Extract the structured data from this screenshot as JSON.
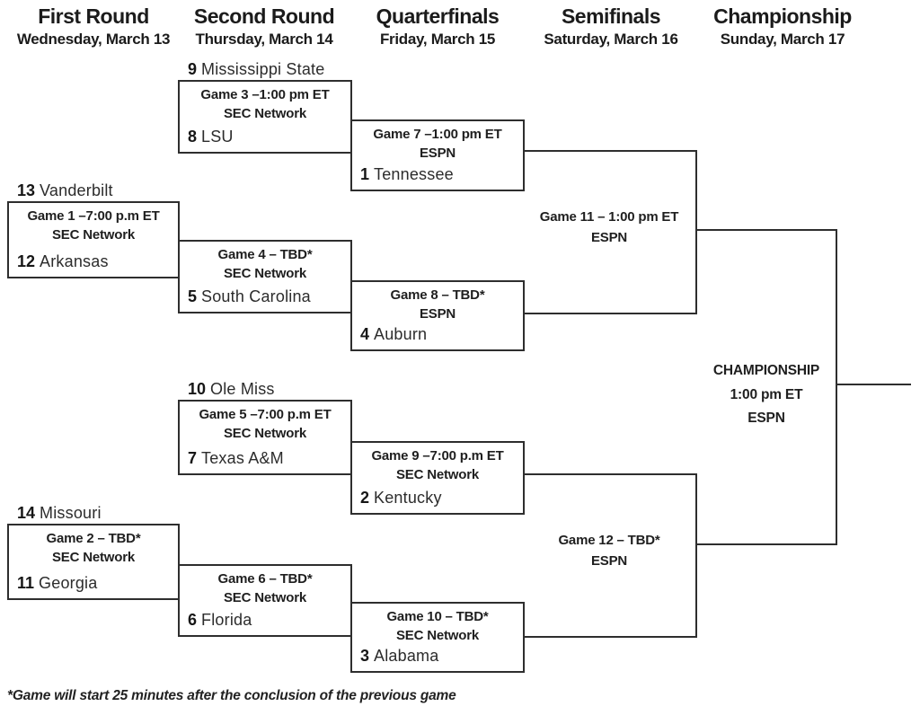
{
  "header": {
    "columns": [
      {
        "round": "First Round",
        "date": "Wednesday, March 13"
      },
      {
        "round": "Second Round",
        "date": "Thursday, March 14"
      },
      {
        "round": "Quarterfinals",
        "date": "Friday, March 15"
      },
      {
        "round": "Semifinals",
        "date": "Saturday, March 16"
      },
      {
        "round": "Championship",
        "date": "Sunday, March 17"
      }
    ]
  },
  "games": {
    "game1": {
      "title": "Game 1 –7:00 p.m ET",
      "network": "SEC Network",
      "top": {
        "seed": "13",
        "team": "Vanderbilt"
      },
      "bottom": {
        "seed": "12",
        "team": "Arkansas"
      }
    },
    "game2": {
      "title": "Game 2 – TBD*",
      "network": "SEC Network",
      "top": {
        "seed": "14",
        "team": "Missouri"
      },
      "bottom": {
        "seed": "11",
        "team": "Georgia"
      }
    },
    "game3": {
      "title": "Game 3 –1:00 pm ET",
      "network": "SEC Network",
      "top": {
        "seed": "9",
        "team": "Mississippi State"
      },
      "bottom": {
        "seed": "8",
        "team": "LSU"
      }
    },
    "game4": {
      "title": "Game 4 – TBD*",
      "network": "SEC Network",
      "bottom": {
        "seed": "5",
        "team": "South Carolina"
      }
    },
    "game5": {
      "title": "Game 5 –7:00 p.m ET",
      "network": "SEC Network",
      "top": {
        "seed": "10",
        "team": "Ole Miss"
      },
      "bottom": {
        "seed": "7",
        "team": "Texas A&M"
      }
    },
    "game6": {
      "title": "Game 6 – TBD*",
      "network": "SEC Network",
      "bottom": {
        "seed": "6",
        "team": "Florida"
      }
    },
    "game7": {
      "title": "Game 7 –1:00 pm ET",
      "network": "ESPN",
      "bottom": {
        "seed": "1",
        "team": "Tennessee"
      }
    },
    "game8": {
      "title": "Game 8 – TBD*",
      "network": "ESPN",
      "bottom": {
        "seed": "4",
        "team": "Auburn"
      }
    },
    "game9": {
      "title": "Game 9 –7:00 p.m ET",
      "network": "SEC Network",
      "bottom": {
        "seed": "2",
        "team": "Kentucky"
      }
    },
    "game10": {
      "title": "Game 10 – TBD*",
      "network": "SEC Network",
      "bottom": {
        "seed": "3",
        "team": "Alabama"
      }
    },
    "game11": {
      "title": "Game 11 – 1:00 pm ET",
      "network": "ESPN"
    },
    "game12": {
      "title": "Game 12 – TBD*",
      "network": "ESPN"
    }
  },
  "championship": {
    "label": "CHAMPIONSHIP",
    "time": "1:00 pm ET",
    "network": "ESPN"
  },
  "footnote": "*Game will start 25 minutes after the conclusion of the previous game"
}
